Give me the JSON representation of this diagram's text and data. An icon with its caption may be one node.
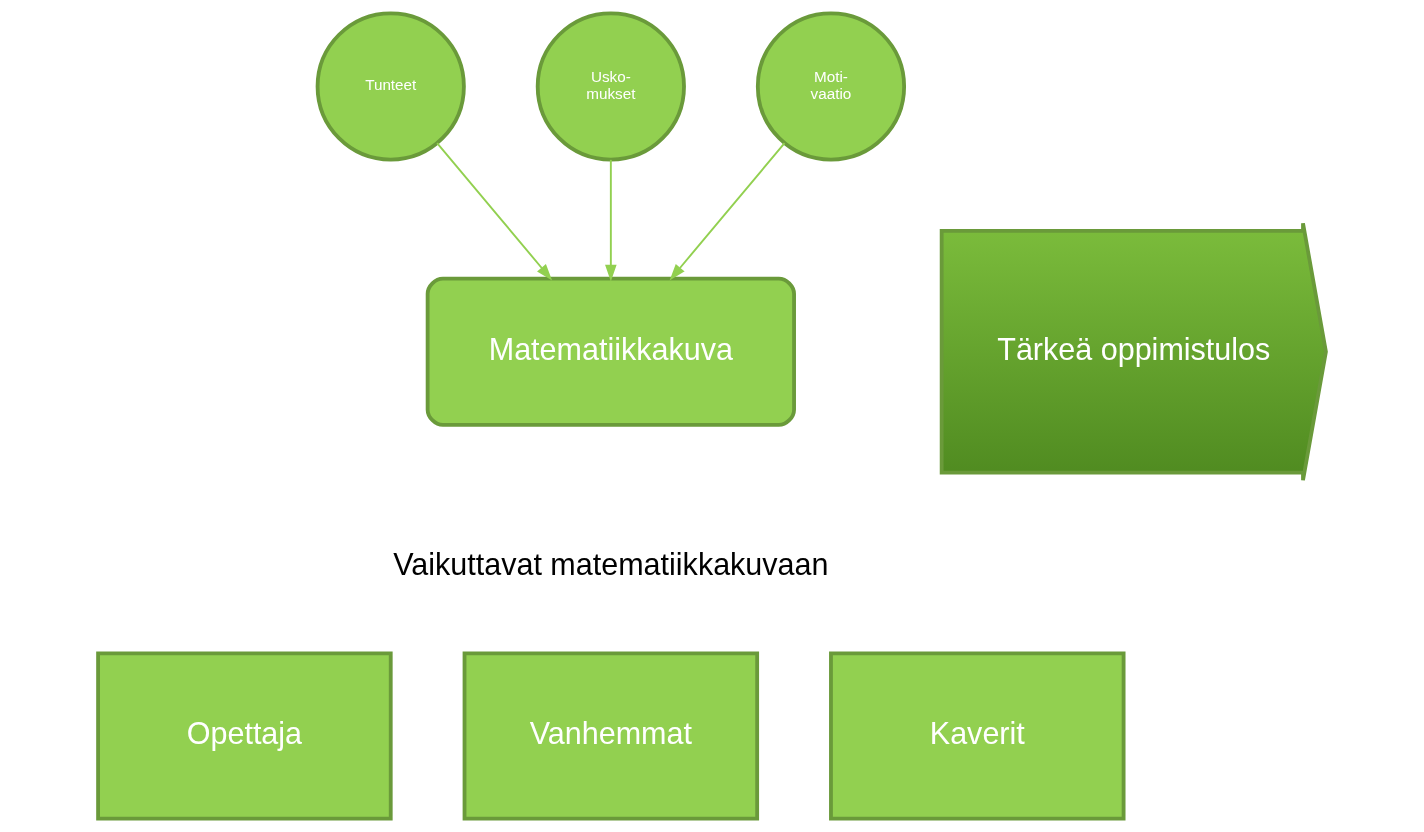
{
  "diagram": {
    "nodes": [
      {
        "text": [
          "Tunteet"
        ]
      },
      {
        "text": [
          "Usko- mukset"
        ]
      },
      {
        "text": [
          "Moti- vaatio"
        ]
      },
      {
        "text": [
          "Matematiikkakuva"
        ]
      },
      {
        "text": [
          "Tärkeä oppimistulos"
        ]
      },
      {
        "text": [
          "Opettaja"
        ]
      },
      {
        "text": [
          "Vanhemmat"
        ]
      },
      {
        "text": [
          "Kaverit"
        ]
      }
    ],
    "edges": [
      {
        "from": 0,
        "to": 3,
        "arrow": "to"
      },
      {
        "from": 1,
        "to": 3,
        "arrow": "to"
      },
      {
        "from": 2,
        "to": 3,
        "arrow": "to"
      }
    ],
    "labels": [
      "Vaikuttavat matematiikkakuvaan"
    ]
  }
}
